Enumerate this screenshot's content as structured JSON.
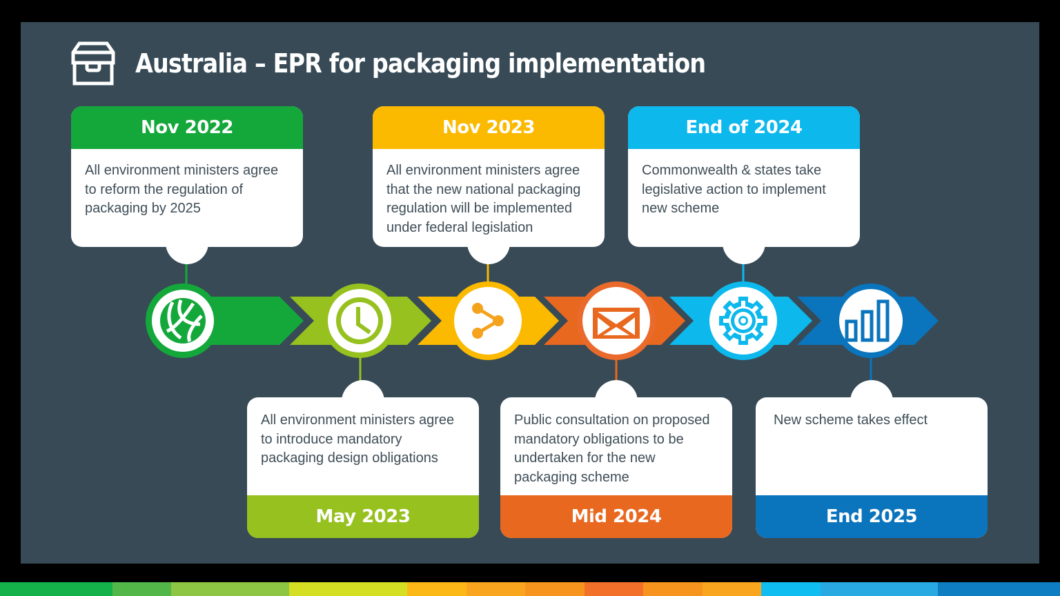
{
  "title": "Australia – EPR for packaging implementation",
  "title_icon": "archive-box-icon",
  "colors": {
    "background_panel": "#374a56",
    "green": "#14a83b",
    "lime": "#96c11f",
    "yellow": "#fbb900",
    "orange": "#e9681f",
    "cyan": "#0db8ec",
    "blue": "#0a74bc",
    "text": "#3e4d57"
  },
  "milestones": [
    {
      "date": "Nov 2022",
      "text": "All environment ministers agree to reform the regulation of packaging by 2025",
      "icon": "volleyball-icon",
      "position": "top",
      "color": "#14a83b"
    },
    {
      "date": "May 2023",
      "text": "All environment ministers agree to introduce mandatory packaging design obligations",
      "icon": "clock-icon",
      "position": "bottom",
      "color": "#96c11f"
    },
    {
      "date": "Nov 2023",
      "text": "All environment ministers agree that the new national packaging regulation will be implemented under federal legislation",
      "icon": "share-icon",
      "position": "top",
      "color": "#fbb900"
    },
    {
      "date": "Mid 2024",
      "text": "Public consultation on proposed mandatory obligations to be undertaken for the new packaging scheme",
      "icon": "envelope-icon",
      "position": "bottom",
      "color": "#e9681f"
    },
    {
      "date": "End of 2024",
      "text": "Commonwealth & states take legislative action to implement new scheme",
      "icon": "gear-icon",
      "position": "top",
      "color": "#0db8ec"
    },
    {
      "date": "End 2025",
      "text": "New scheme takes effect",
      "icon": "bar-chart-icon",
      "position": "bottom",
      "color": "#0a74bc"
    }
  ],
  "footer_stripe": [
    "#14b04a",
    "#52b748",
    "#8dc642",
    "#d4de22",
    "#fcb817",
    "#f9a51e",
    "#f7941d",
    "#f27029",
    "#f7941d",
    "#f9a51e",
    "#0fbdf0",
    "#29a9e1",
    "#0e7dc2"
  ]
}
